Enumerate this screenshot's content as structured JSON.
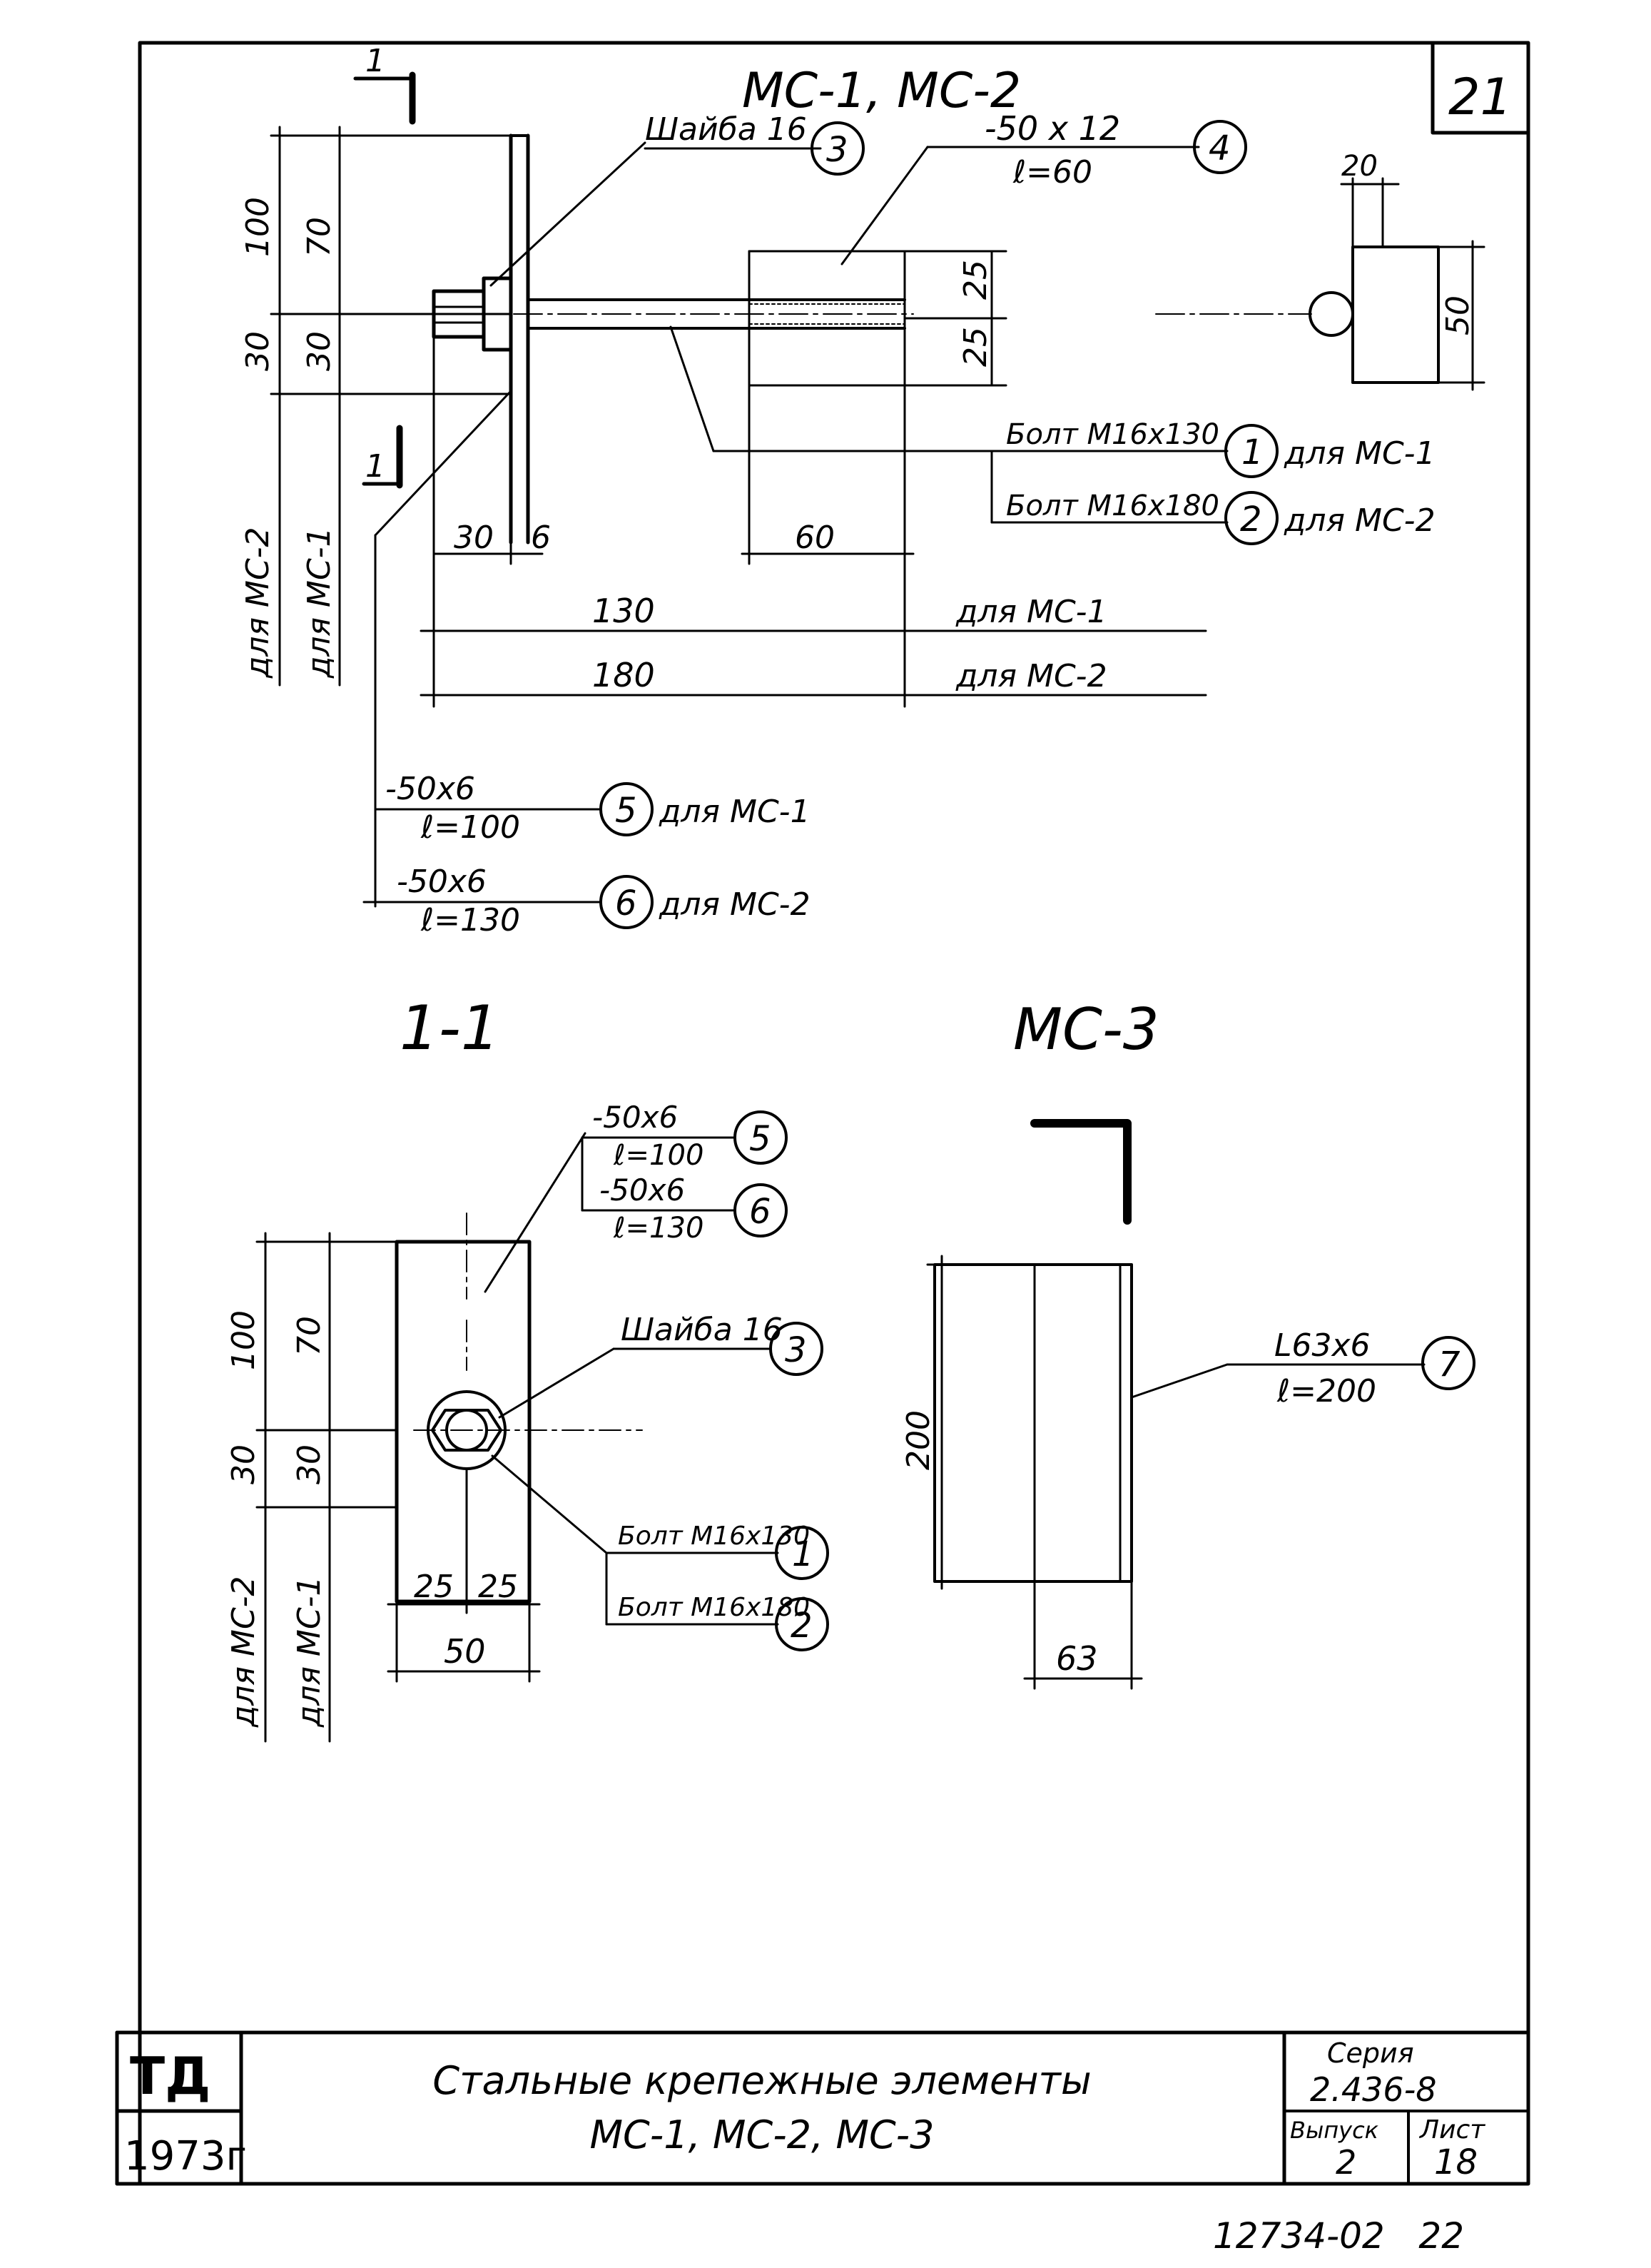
{
  "sheet_number": "21",
  "views": {
    "main": {
      "title": "МС-1, МС-2",
      "section_mark": "1",
      "section_mark_bottom": "1",
      "dims": {
        "d100": "100",
        "d70": "70",
        "d30a": "30",
        "d30b": "30",
        "d25a": "25",
        "d25b": "25",
        "d20": "20",
        "d50": "50",
        "d30h": "30",
        "d6": "6",
        "d60": "60",
        "d130": "130",
        "d180": "180"
      },
      "for_mc2_vertical": "для МС-2",
      "for_mc1_vertical": "для МС-1",
      "for_mc1_130": "для МС-1",
      "for_mc2_180": "для МС-2",
      "callouts": {
        "washer_label": "Шайба 16",
        "washer_num": "3",
        "plate4_size": "-50 x 12",
        "plate4_len": "ℓ=60",
        "plate4_num": "4",
        "bolt1_label": "Болт М16х130",
        "bolt1_num": "1",
        "bolt1_for": "для МС-1",
        "bolt2_label": "Болт М16х180",
        "bolt2_num": "2",
        "bolt2_for": "для МС-2",
        "plate5_size": "-50х6",
        "plate5_len": "ℓ=100",
        "plate5_num": "5",
        "plate5_for": "для МС-1",
        "plate6_size": "-50х6",
        "plate6_len": "ℓ=130",
        "plate6_num": "6",
        "plate6_for": "для МС-2"
      }
    },
    "section": {
      "title": "1-1",
      "dims": {
        "d100": "100",
        "d70": "70",
        "d30a": "30",
        "d30b": "30",
        "d25a": "25",
        "d25b": "25",
        "d50": "50"
      },
      "for_mc2_vertical": "для МС-2",
      "for_mc1_vertical": "для МС-1",
      "callouts": {
        "plate5_size": "-50х6",
        "plate5_len": "ℓ=100",
        "plate5_num": "5",
        "plate6_size": "-50х6",
        "plate6_len": "ℓ=130",
        "plate6_num": "6",
        "washer_label": "Шайба 16",
        "washer_num": "3",
        "bolt1_label": "Болт М16х130",
        "bolt1_num": "1",
        "bolt2_label": "Болт М16х180",
        "bolt2_num": "2"
      }
    },
    "mc3": {
      "title": "МС-3",
      "dims": {
        "d200": "200",
        "d63": "63"
      },
      "callouts": {
        "angle_size": "L63х6",
        "angle_len": "ℓ=200",
        "angle_num": "7"
      }
    }
  },
  "title_block": {
    "org": "ТД",
    "year": "1973г",
    "title_line1": "Стальные крепежные элементы",
    "title_line2": "МС-1, МС-2, МС-3",
    "series_label": "Серия",
    "series_value": "2.436-8",
    "issue_label": "Выпуск",
    "issue_value": "2",
    "sheet_label": "Лист",
    "sheet_value": "18"
  },
  "footer_code": "12734-02   22"
}
